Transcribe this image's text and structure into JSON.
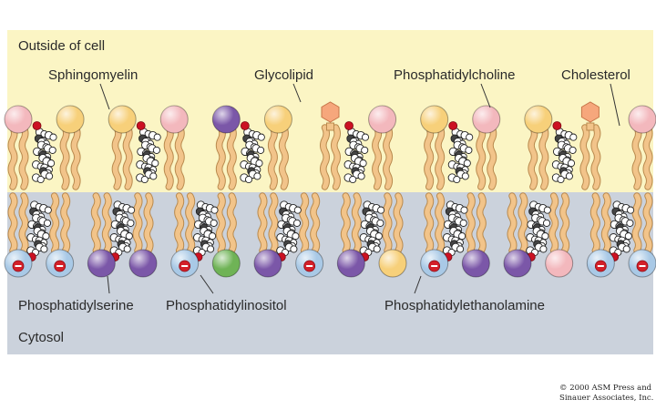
{
  "regions": {
    "outside_label": "Outside of cell",
    "inside_label": "Cytosol"
  },
  "labels": {
    "sphingomyelin": "Sphingomyelin",
    "glycolipid": "Glycolipid",
    "phosphatidylcholine": "Phosphatidylcholine",
    "cholesterol": "Cholesterol",
    "phosphatidylserine": "Phosphatidylserine",
    "phosphatidylinositol": "Phosphatidylinositol",
    "phosphatidylethanolamine": "Phosphatidylethanolamine"
  },
  "credit": {
    "line1": "© 2000 ASM Press and",
    "line2": "Sinauer Associates, Inc."
  },
  "colors": {
    "outside_bg": "#fbf5c4",
    "inside_bg": "#cbd2dc",
    "tail": "#f2c48a",
    "tail_stroke": "#b98a4e",
    "sphingomyelin": "#f7d07a",
    "phosphatidylcholine": "#f3b8bd",
    "glycolipid_sugar": "#f6a77c",
    "phosphatidylethanolamine": "#7b57a8",
    "phosphatidylserine": "#a9c9e6",
    "phosphatidylinositol": "#6fb356",
    "cholesterol_oh": "#cc1122"
  },
  "outer_leaflet": [
    "PC",
    "SM",
    "SM",
    "PC",
    "PE",
    "SM",
    "GL",
    "PC",
    "SM",
    "PC",
    "SM",
    "GL",
    "PC"
  ],
  "inner_leaflet": [
    "PS",
    "PS",
    "PE",
    "PE",
    "PS",
    "PI",
    "PE",
    "PS",
    "PE",
    "SM",
    "PS",
    "PE",
    "PE",
    "PC",
    "PS",
    "PS"
  ]
}
